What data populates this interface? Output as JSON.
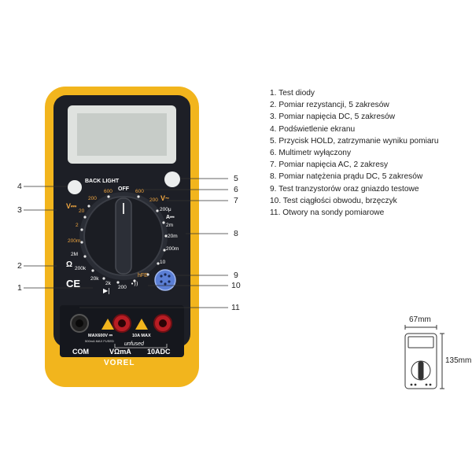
{
  "legend": [
    "1. Test diody",
    "2. Pomiar rezystancji, 5 zakresów",
    "3. Pomiar napięcia DC, 5 zakresów",
    "4. Podświetlenie ekranu",
    "5. Przycisk HOLD, zatrzymanie wyniku pomiaru",
    "6. Multimetr wyłączony",
    "7. Pomiar napięcia AC, 2 zakresy",
    "8. Pomiar natężenia prądu DC, 5 zakresów",
    "9. Test tranzystorów oraz gniazdo testowe",
    "10. Test ciągłości obwodu, brzęczyk",
    "11. Otwory na sondy pomiarowe"
  ],
  "callouts": {
    "c1": "1",
    "c2": "2",
    "c3": "3",
    "c4": "4",
    "c5": "5",
    "c6": "6",
    "c7": "7",
    "c8": "8",
    "c9": "9",
    "c10": "10",
    "c11": "11"
  },
  "device": {
    "backlight_label": "BACK LIGHT",
    "off_label": "OFF",
    "v_dc_symbol": "V⎓",
    "v_ac_symbol": "V~",
    "ohm_symbol": "Ω",
    "ce_mark": "CE",
    "hfe_label": "hFE",
    "ranges_left": [
      "20",
      "2",
      "200m",
      "2M",
      "200k",
      "20k",
      "2k",
      "200"
    ],
    "ranges_top": [
      "600",
      "600",
      "200",
      "200"
    ],
    "ranges_right": [
      "200μ",
      "A⎓",
      "2m",
      "20m",
      "200m",
      "10"
    ],
    "warning_left": "MAX600V ⎓",
    "warning_left_sub": "500mA MAX FUSED",
    "warning_right": "10A MAX",
    "unfused_label": "unfused",
    "jack_com": "COM",
    "jack_vma": "VΩmA",
    "jack_10a": "10ADC",
    "brand": "VOREL"
  },
  "dimensions": {
    "width": "67mm",
    "height": "135mm"
  },
  "colors": {
    "case_yellow": "#f2b51d",
    "body": "#1d1f26",
    "orange_text": "#f0a640",
    "lcd": "#cfd3cf"
  }
}
